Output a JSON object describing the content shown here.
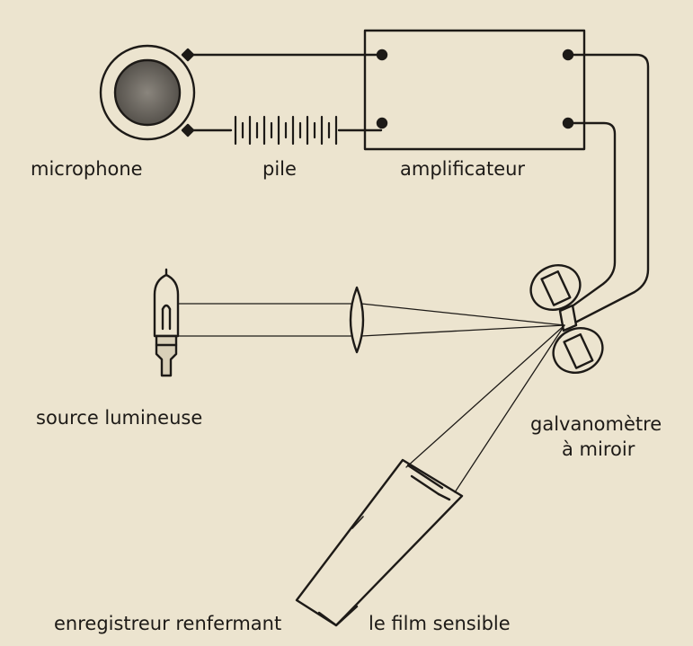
{
  "labels": {
    "microphone": "microphone",
    "pile": "pile",
    "amplificateur": "amplificateur",
    "source": "source lumineuse",
    "galvanometre_line1": "galvanomètre",
    "galvanometre_line2": "à miroir",
    "enregistreur": "enregistreur renfermant",
    "film": "le film sensible"
  },
  "colors": {
    "paper": "#ece4cf",
    "ink": "#1d1a17",
    "microphone_grille": "#6f6b64"
  }
}
